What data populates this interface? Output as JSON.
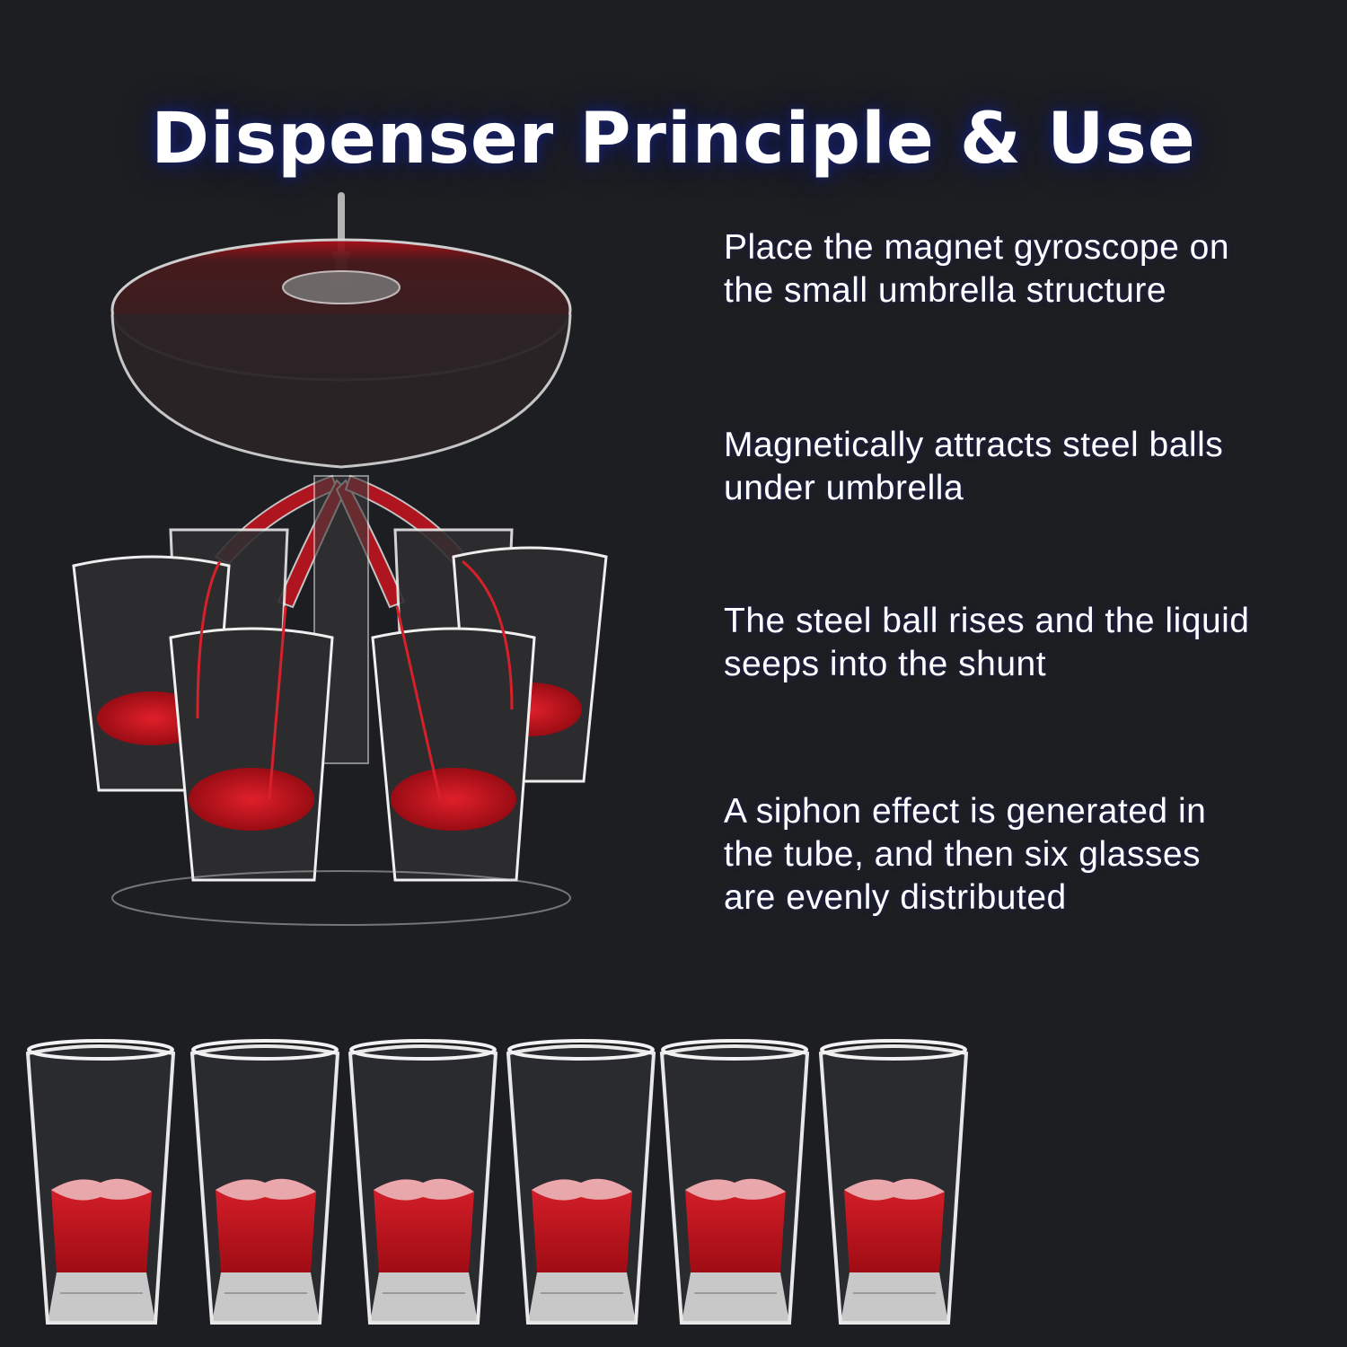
{
  "header": {
    "title": "Dispenser Principle & Use"
  },
  "steps": [
    {
      "text": "Place the magnet gyroscope on\nthe small umbrella structure"
    },
    {
      "text": "Magnetically attracts steel balls\nunder umbrella"
    },
    {
      "text": "The steel ball rises and the liquid\n seeps into the shunt"
    },
    {
      "text": "A siphon effect is generated in\nthe tube, and then six glasses\nare evenly distributed"
    }
  ],
  "illustrations": {
    "dispenser": {
      "icon": "shot-dispenser-icon",
      "glass_count": 6
    },
    "glasses": {
      "icon": "shot-glass-icon",
      "count": 6,
      "positions_x": [
        27,
        210,
        386,
        562,
        733,
        910
      ]
    }
  },
  "colors": {
    "background": "#1d1e21",
    "title_text": "#ffffff",
    "title_glow": "#141c5a",
    "liquid": "#c8141e",
    "glass": "#e6e6e6"
  }
}
